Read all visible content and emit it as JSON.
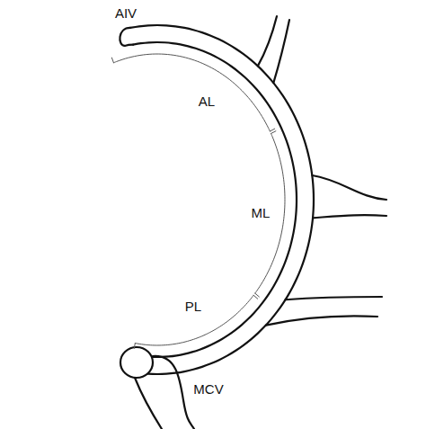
{
  "diagram": {
    "labels": [
      "AIV",
      "AL",
      "ML",
      "PL",
      "MCV"
    ]
  }
}
